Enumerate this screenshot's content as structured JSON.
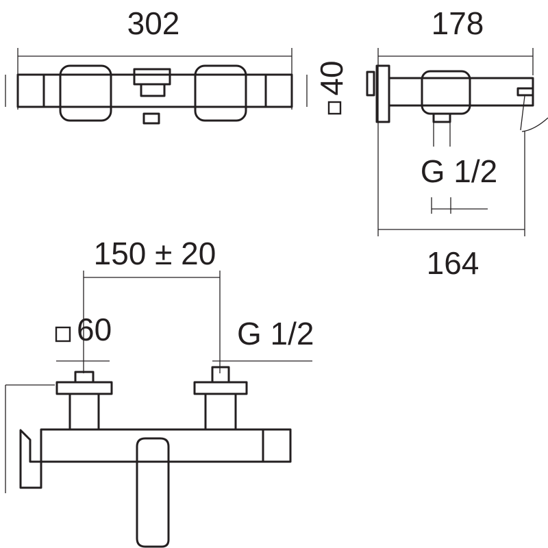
{
  "drawing": {
    "top_view": {
      "width_label": "302",
      "depth_label": "40"
    },
    "side_view": {
      "depth_label": "178",
      "thread_label": "G 1/2",
      "projection_label": "164"
    },
    "front_view": {
      "centers_label": "150 ± 20",
      "flange_label": "60",
      "thread_label": "G 1/2"
    },
    "colors": {
      "line": "#231f20",
      "background": "#ffffff"
    }
  }
}
